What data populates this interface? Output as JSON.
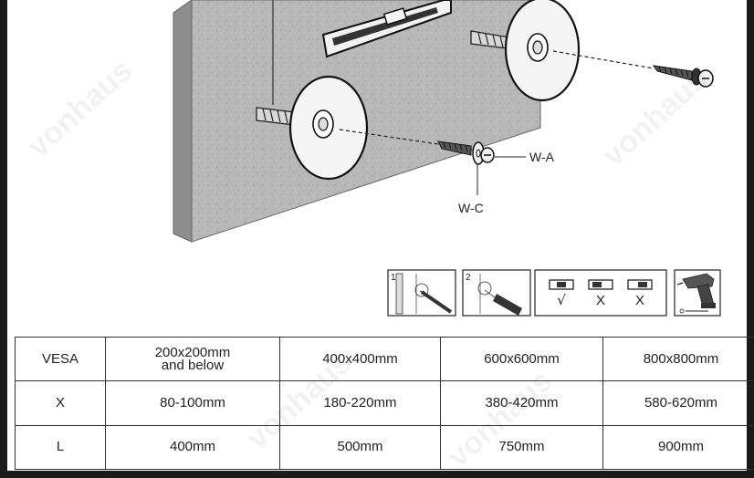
{
  "callouts": {
    "wa": "W-A",
    "wc": "W-C"
  },
  "steps": [
    {
      "number": "1"
    },
    {
      "number": "2"
    },
    {
      "levels": [
        {
          "mark": "√"
        },
        {
          "mark": "X"
        },
        {
          "mark": "X"
        }
      ]
    }
  ],
  "table": {
    "rows": [
      {
        "label": "VESA",
        "cells": [
          {
            "line1": "200x200mm",
            "line2": "and below"
          },
          {
            "line1": "400x400mm"
          },
          {
            "line1": "600x600mm"
          },
          {
            "line1": "800x800mm"
          }
        ]
      },
      {
        "label": "X",
        "cells": [
          {
            "line1": "80-100mm"
          },
          {
            "line1": "180-220mm"
          },
          {
            "line1": "380-420mm"
          },
          {
            "line1": "580-620mm"
          }
        ]
      },
      {
        "label": "L",
        "cells": [
          {
            "line1": "400mm"
          },
          {
            "line1": "500mm"
          },
          {
            "line1": "750mm"
          },
          {
            "line1": "900mm"
          }
        ]
      }
    ]
  },
  "watermark": "vonhaus"
}
